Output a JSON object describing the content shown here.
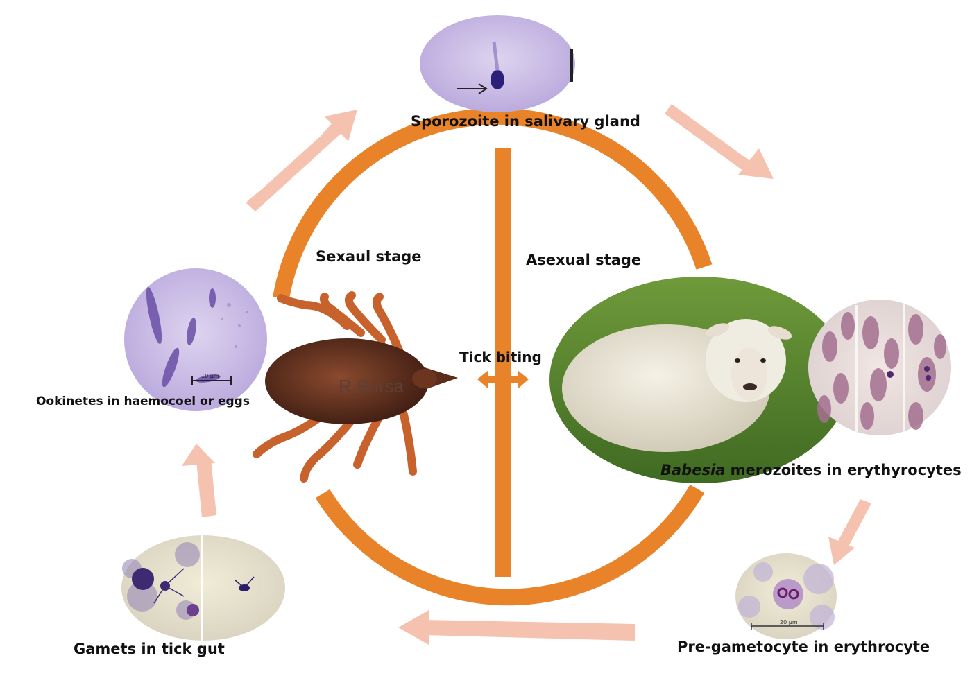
{
  "labels": {
    "sporozoite": "Sporozoite in salivary gland",
    "sexual_stage": "Sexaul stage",
    "asexual_stage": "Asexual stage",
    "tick_biting": "Tick biting",
    "tick_name": "R.Bursa",
    "ookinetes": "Ookinetes in haemocoel or  eggs",
    "merozoites_genus": "Babesia",
    "merozoites_rest": " merozoites in erythyrocytes",
    "pregametocyte": "Pre-gametocyte in erythrocyte",
    "gamets": "Gamets in tick gut",
    "scale_10": "10 µm",
    "scale_20": "20 µm"
  },
  "colors": {
    "cycle_ring": "#e8832a",
    "flow_arrow": "#f6c2b0",
    "stain_purple": "#6a4fa6",
    "rbc": "#a47090"
  }
}
